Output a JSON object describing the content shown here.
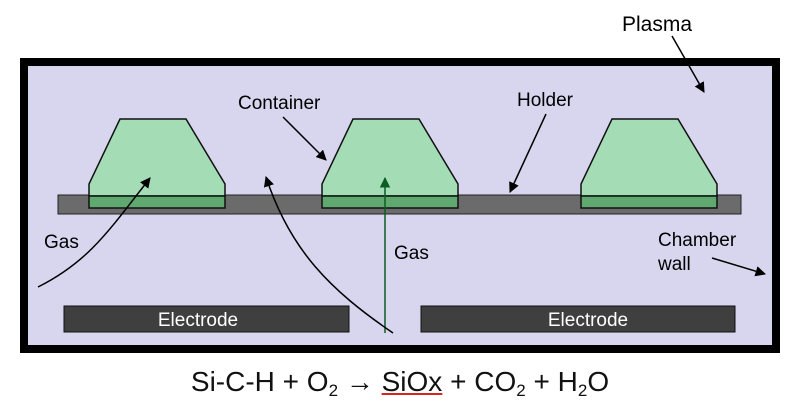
{
  "labels": {
    "plasma": "Plasma",
    "container": "Container",
    "holder": "Holder",
    "gas_left": "Gas",
    "gas_center": "Gas",
    "chamber_wall_line1": "Chamber",
    "chamber_wall_line2": "wall",
    "electrode_left": "Electrode",
    "electrode_right": "Electrode"
  },
  "equation": {
    "reactant": "Si-C-H + O",
    "reactant_sub": "2",
    "arrow": " → ",
    "product1": "SiOx",
    "plus1": " + CO",
    "co2_sub": "2",
    "plus2": " + H",
    "h2o_sub": "2",
    "h2o_tail": "O"
  },
  "colors": {
    "chamber_fill": "#d8d5ee",
    "chamber_border": "#000000",
    "container_fill": "#a3dcb5",
    "container_base": "#5fa86f",
    "holder": "#6b6b6b",
    "electrode": "#3f3f3f",
    "electrode_text": "#ffffff"
  }
}
